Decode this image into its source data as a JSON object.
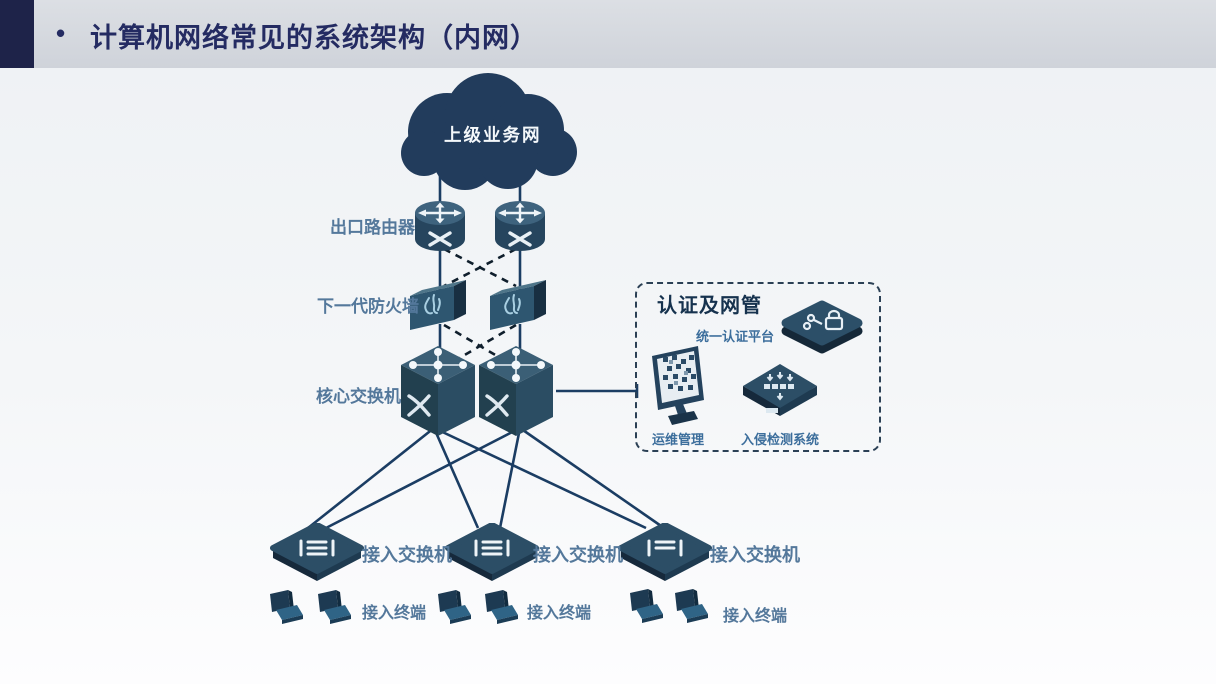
{
  "header": {
    "bullet": "•",
    "title": "计算机网络常见的系统架构（内网）"
  },
  "diagram": {
    "cloud": {
      "label": "上级业务网"
    },
    "routers": {
      "label": "出口路由器"
    },
    "firewalls": {
      "label": "下一代防火墙"
    },
    "core_switches": {
      "label": "核心交换机"
    },
    "mgmt_panel": {
      "title": "认证及网管",
      "items": [
        {
          "label": "统一认证平台",
          "icon": "auth-platform-icon"
        },
        {
          "label": "运维管理",
          "icon": "ops-monitor-icon"
        },
        {
          "label": "入侵检测系统",
          "icon": "ids-icon"
        }
      ]
    },
    "access_switches": [
      {
        "label": "接入交换机"
      },
      {
        "label": "接入交换机"
      },
      {
        "label": "接入交换机"
      }
    ],
    "terminals": [
      {
        "label": "接入终端"
      },
      {
        "label": "接入终端"
      },
      {
        "label": "接入终端"
      }
    ],
    "icons": {
      "cloud": "cloud-icon",
      "router": "router-icon",
      "firewall": "firewall-icon",
      "core_switch": "core-switch-icon",
      "access_switch": "access-switch-icon",
      "terminal": "terminal-icon"
    },
    "colors": {
      "accent_label": "#54789b",
      "title_navy": "#242b62",
      "device_body": "#2b4f68",
      "device_top": "#41657e",
      "line": "#1b3d63",
      "cloud": "#223c5c",
      "panel_border": "#2b4055"
    }
  }
}
